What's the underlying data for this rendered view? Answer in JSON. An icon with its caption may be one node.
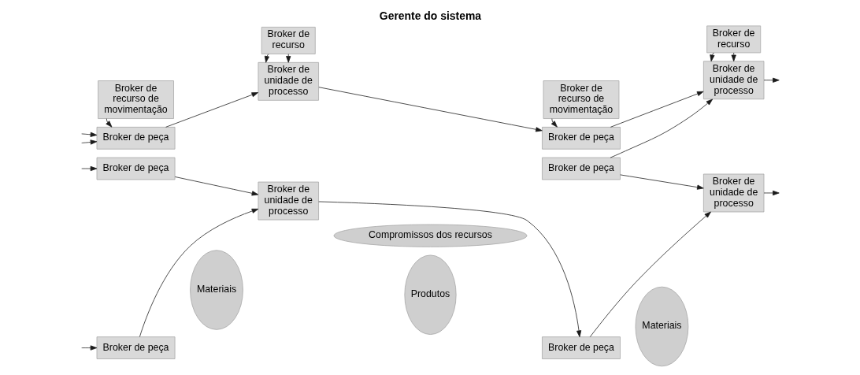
{
  "diagram": {
    "title": "Gerente do sistema",
    "nodes": [
      {
        "text": [
          "Broker de recurso de movimentação"
        ]
      },
      {
        "text": [
          "Broker de recurso"
        ]
      },
      {
        "text": [
          "Broker de recurso de movimentação"
        ]
      },
      {
        "text": [
          "Broker de recurso"
        ]
      },
      {
        "text": [
          "Compromissos dos recursos"
        ]
      },
      {
        "text": [
          "Broker de peça"
        ]
      },
      {
        "text": [
          "Broker de peça"
        ]
      },
      {
        "text": [
          "Broker de unidade de processo"
        ]
      },
      {
        "text": [
          "Broker de unidade de processo"
        ]
      },
      {
        "text": [
          "Materiais"
        ]
      },
      {
        "text": [
          "Produtos"
        ]
      },
      {
        "text": [
          "Materiais"
        ]
      },
      {
        "text": [
          "Broker de peça"
        ]
      },
      {
        "text": [
          "Broker de peça"
        ]
      },
      {
        "text": [
          "Broker de unidade de processo"
        ]
      },
      {
        "text": [
          "Broker de unidade de processo"
        ]
      },
      {
        "text": [
          "Broker de peça"
        ]
      },
      {
        "text": [
          "Broker de peça"
        ]
      }
    ],
    "edges": [
      {
        "from": null,
        "to": 5,
        "arrow": "to"
      },
      {
        "from": null,
        "to": 5,
        "arrow": "to"
      },
      {
        "from": null,
        "to": 12,
        "arrow": "to"
      },
      {
        "from": null,
        "to": 17,
        "arrow": "to"
      },
      {
        "from": 0,
        "to": 5,
        "arrow": "to"
      },
      {
        "from": 1,
        "to": 7,
        "arrow": "to"
      },
      {
        "from": 1,
        "to": 7,
        "arrow": "to"
      },
      {
        "from": 2,
        "to": 6,
        "arrow": "to"
      },
      {
        "from": 3,
        "to": 8,
        "arrow": "to"
      },
      {
        "from": 3,
        "to": 8,
        "arrow": "to"
      },
      {
        "from": 5,
        "to": 7,
        "arrow": "to"
      },
      {
        "from": 12,
        "to": 14,
        "arrow": "to"
      },
      {
        "from": 17,
        "to": 14,
        "arrow": "to"
      },
      {
        "from": 7,
        "to": 6,
        "arrow": "to"
      },
      {
        "from": 14,
        "to": 16,
        "arrow": "to"
      },
      {
        "from": 6,
        "to": 8,
        "arrow": "to"
      },
      {
        "from": 13,
        "to": 8,
        "arrow": "to"
      },
      {
        "from": 13,
        "to": 15,
        "arrow": "to"
      },
      {
        "from": 16,
        "to": 15,
        "arrow": "to"
      },
      {
        "from": 8,
        "to": null,
        "arrow": "to"
      },
      {
        "from": 15,
        "to": null,
        "arrow": "to"
      }
    ]
  }
}
